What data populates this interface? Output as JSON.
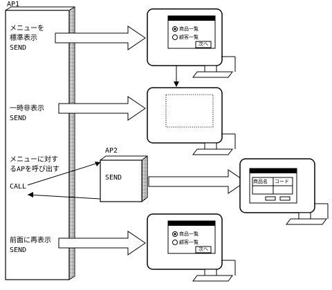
{
  "ap1": {
    "title": "AP1"
  },
  "ap2": {
    "title": "AP2",
    "label": "SEND"
  },
  "steps": [
    {
      "line1": "メニューを",
      "line2": "標準表示",
      "line3": "SEND"
    },
    {
      "line1": "一時非表示",
      "line2": "SEND"
    },
    {
      "line1": "メニューに対す",
      "line2": "るAPを呼び出す",
      "line3": "CALL"
    },
    {
      "line1": "前面に再表示",
      "line2": "SEND"
    }
  ],
  "menu": {
    "option1": "商品一覧",
    "option2": "顧客一覧",
    "next": "次へ"
  },
  "form": {
    "field1": "商品名",
    "field2": "コード"
  },
  "colors": {
    "stroke": "#000000",
    "shadow": "#b8b8b8",
    "dotted": "#000000"
  }
}
